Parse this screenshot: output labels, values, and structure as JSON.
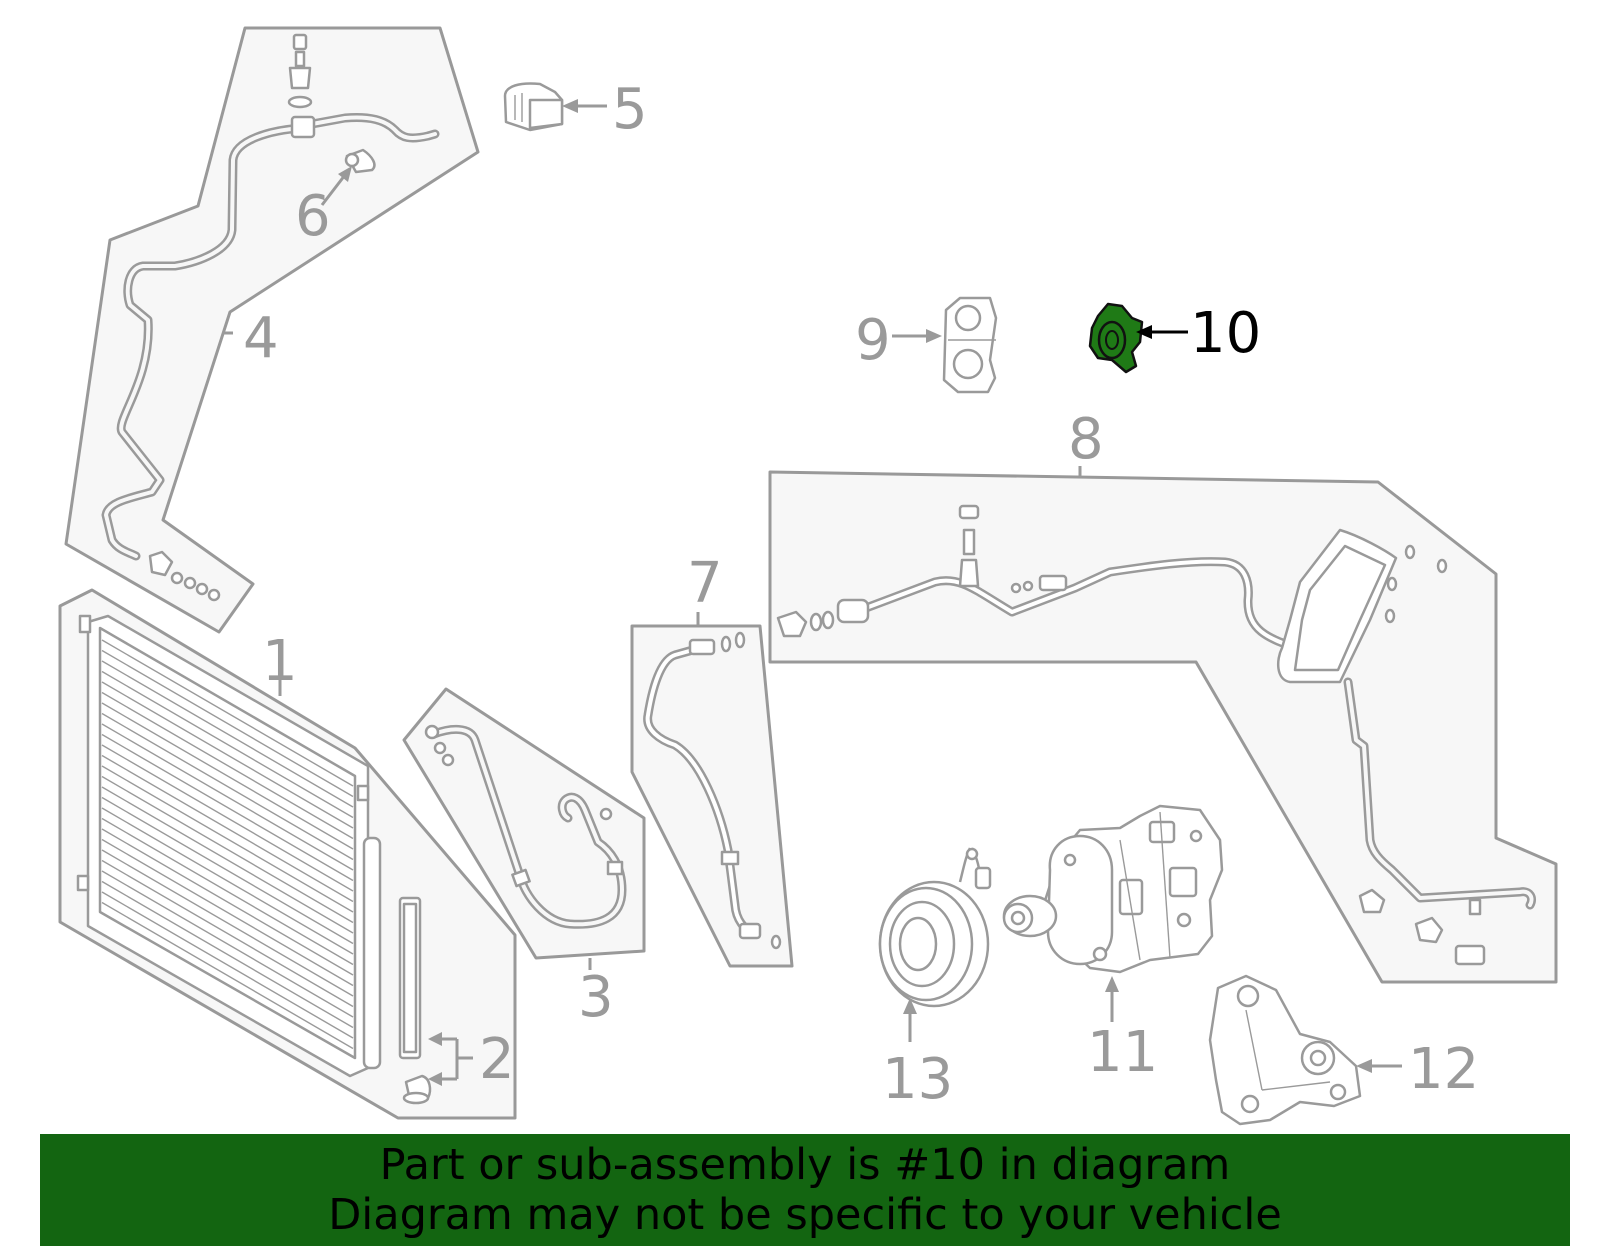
{
  "diagram": {
    "callouts": [
      "1",
      "2",
      "3",
      "4",
      "5",
      "6",
      "7",
      "8",
      "9",
      "10",
      "11",
      "12",
      "13"
    ],
    "highlighted_part": "10",
    "highlight_color": "#1f7a16",
    "line_color": "#9a9a9a"
  },
  "banner": {
    "line1": "Part or sub-assembly is #10 in diagram",
    "line2": "Diagram may not be specific to your vehicle",
    "background": "#136511"
  }
}
